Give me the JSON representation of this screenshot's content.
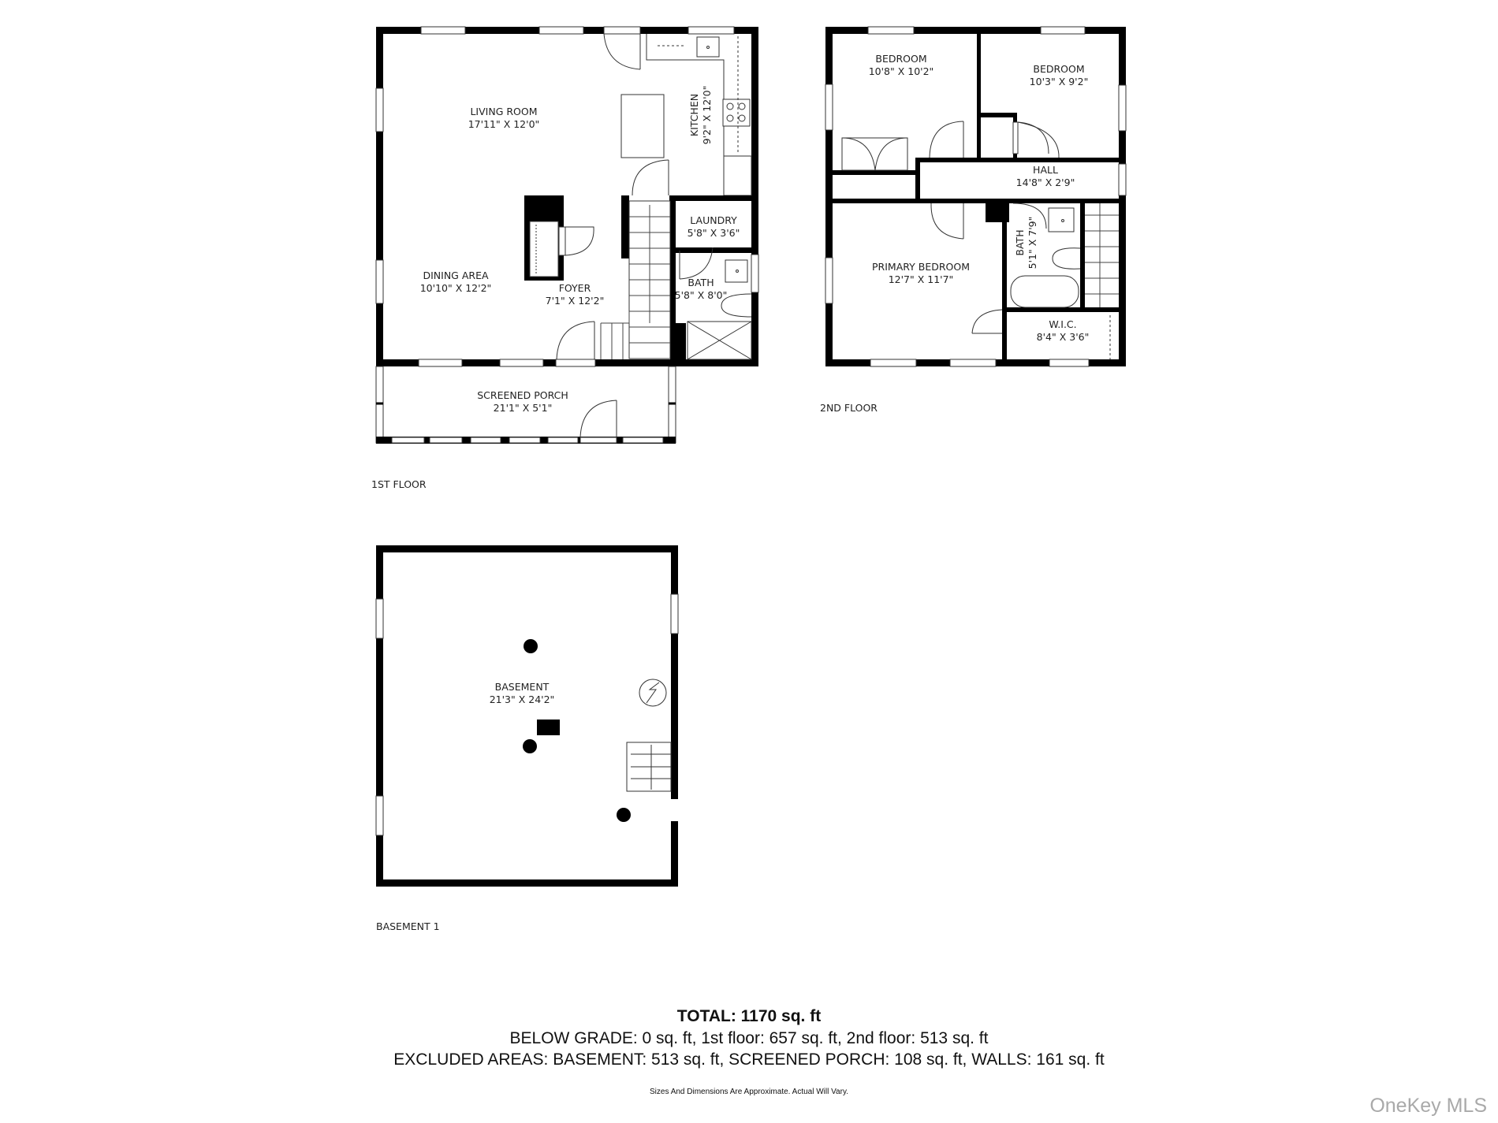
{
  "floors": {
    "first": {
      "label": "1ST FLOOR",
      "rooms": [
        {
          "name": "LIVING ROOM",
          "dims": "17'11\" X 12'0\""
        },
        {
          "name": "KITCHEN",
          "dims": "9'2\" X 12'0\""
        },
        {
          "name": "LAUNDRY",
          "dims": "5'8\" X 3'6\""
        },
        {
          "name": "DINING AREA",
          "dims": "10'10\" X 12'2\""
        },
        {
          "name": "FOYER",
          "dims": "7'1\" X 12'2\""
        },
        {
          "name": "BATH",
          "dims": "5'8\" X 8'0\""
        },
        {
          "name": "SCREENED PORCH",
          "dims": "21'1\" X 5'1\""
        }
      ]
    },
    "second": {
      "label": "2ND FLOOR",
      "rooms": [
        {
          "name": "BEDROOM",
          "dims": "10'8\" X 10'2\""
        },
        {
          "name": "BEDROOM",
          "dims": "10'3\" X 9'2\""
        },
        {
          "name": "HALL",
          "dims": "14'8\" X 2'9\""
        },
        {
          "name": "PRIMARY BEDROOM",
          "dims": "12'7\" X 11'7\""
        },
        {
          "name": "BATH",
          "dims": "5'1\" X 7'9\""
        },
        {
          "name": "W.I.C.",
          "dims": "8'4\" X 3'6\""
        }
      ]
    },
    "basement": {
      "label": "BASEMENT 1",
      "rooms": [
        {
          "name": "BASEMENT",
          "dims": "21'3\" X 24'2\""
        }
      ]
    }
  },
  "summary": {
    "total": "TOTAL: 1170 sq. ft",
    "line1": "BELOW GRADE: 0 sq. ft, 1st floor: 657 sq. ft, 2nd floor: 513 sq. ft",
    "line2": "EXCLUDED AREAS: BASEMENT: 513 sq. ft, SCREENED PORCH: 108 sq. ft, WALLS: 161 sq. ft",
    "note": "Sizes And Dimensions Are Approximate. Actual Will Vary."
  },
  "watermark": "OneKey MLS",
  "colors": {
    "wall": "#000000",
    "line": "#333333",
    "watermark": "#a9a9a9"
  }
}
